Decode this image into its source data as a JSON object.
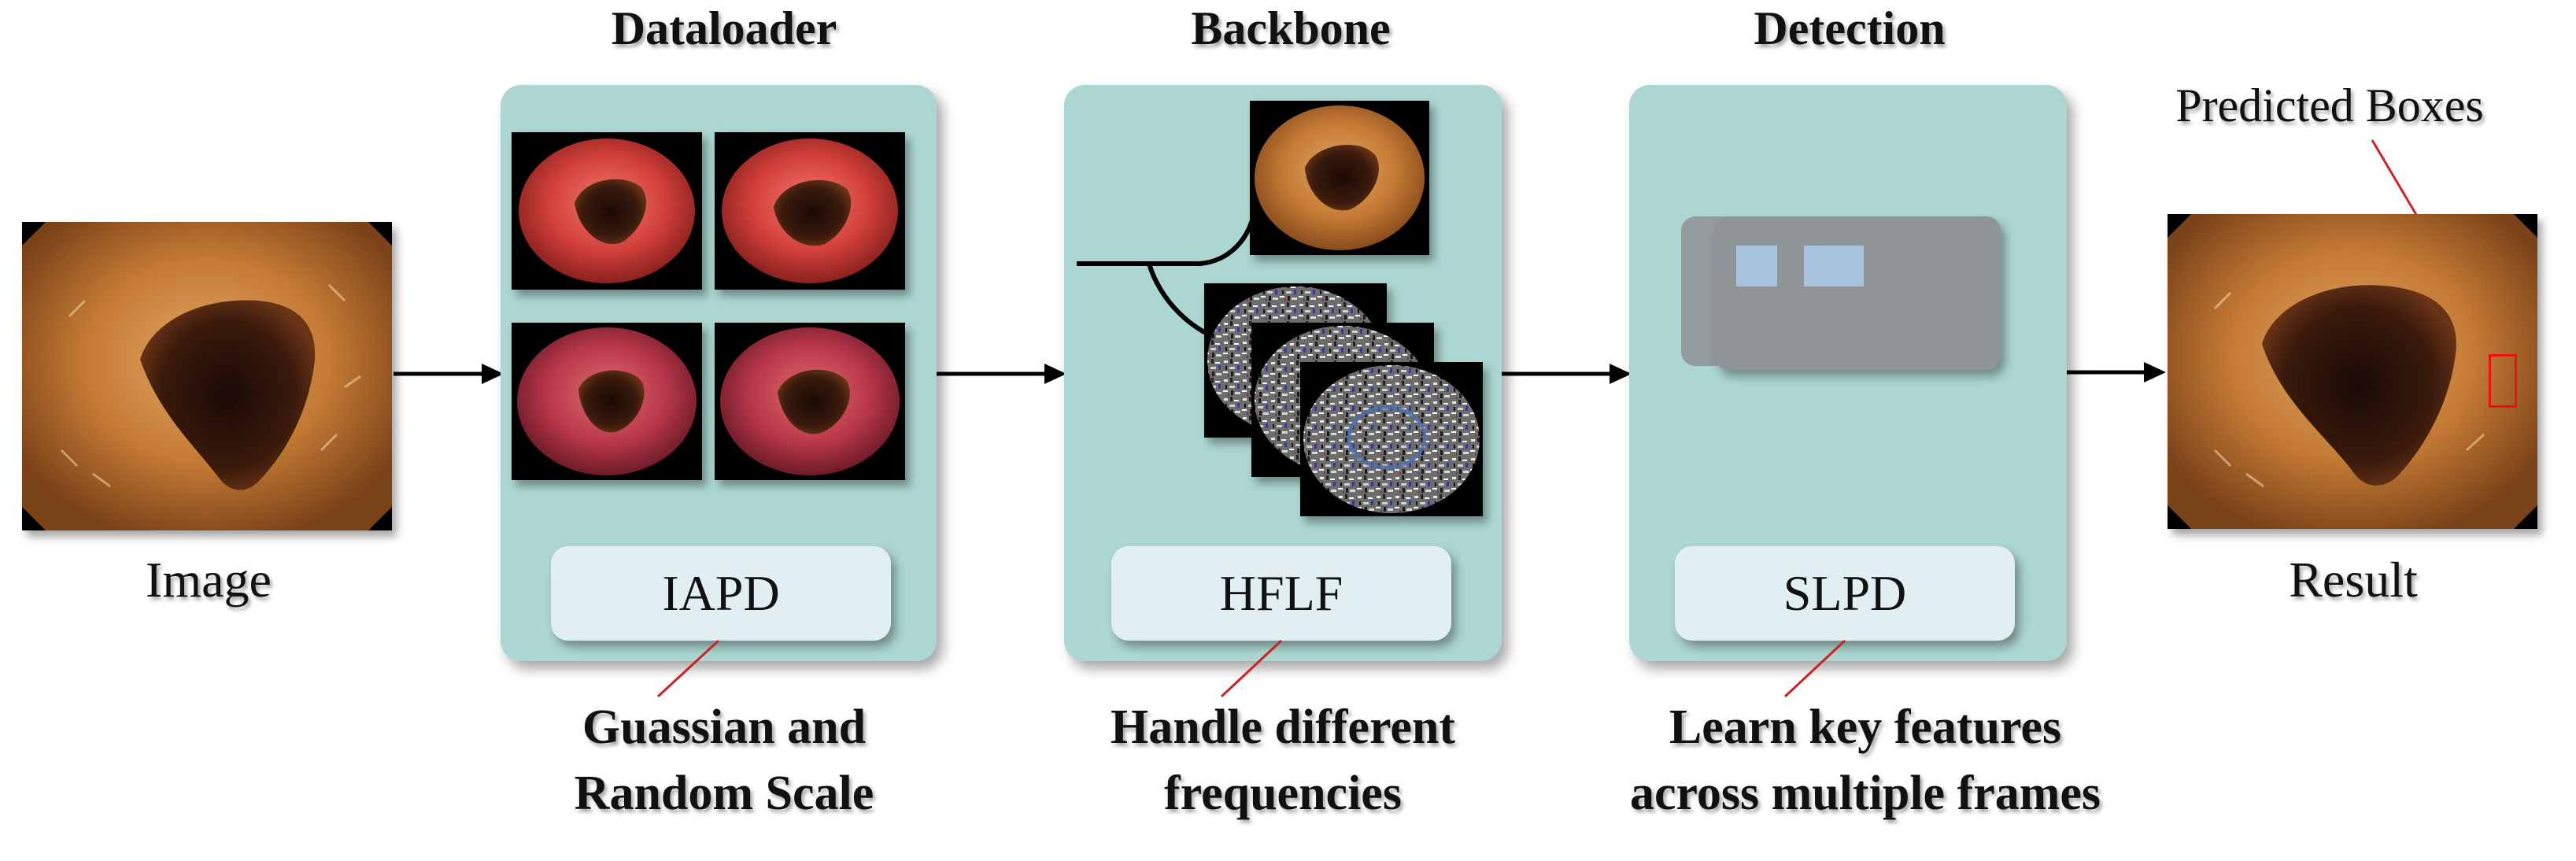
{
  "stages": {
    "dataloader": {
      "title": "Dataloader",
      "module": "IAPD",
      "caption": [
        "Guassian and",
        "Random Scale"
      ]
    },
    "backbone": {
      "title": "Backbone",
      "module": "HFLF",
      "caption": [
        "Handle different",
        "frequencies"
      ]
    },
    "detection": {
      "title": "Detection",
      "module": "SLPD",
      "caption": [
        "Learn key features",
        "across multiple frames"
      ]
    }
  },
  "input": {
    "label": "Image"
  },
  "output": {
    "label": "Result",
    "annotation": "Predicted Boxes"
  },
  "colors": {
    "panel": "#acd6d1",
    "module_box": "#e1eff3",
    "leader_line": "#cc2222",
    "predicted_box": "#ee1111",
    "tissue_orange": "#c8843a",
    "tissue_red": "#d8453f"
  },
  "icons": [
    "arrow-right-icon",
    "endoscopy-image",
    "frequency-branch-icon",
    "stacked-frames-icon"
  ]
}
